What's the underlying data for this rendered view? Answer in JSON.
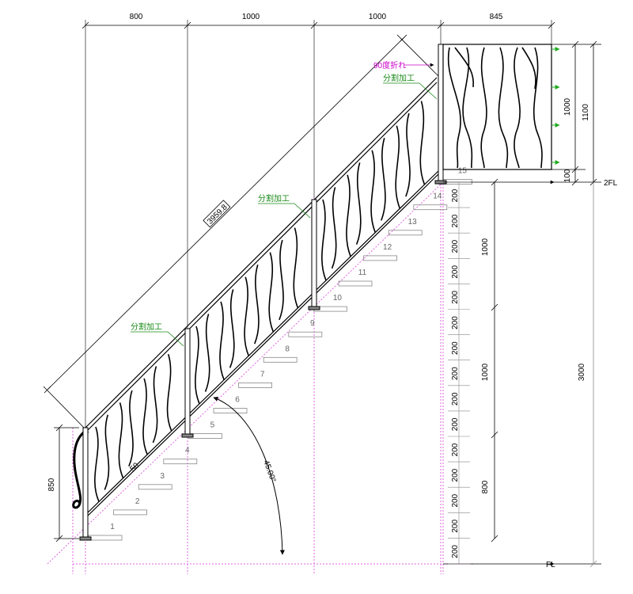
{
  "colors": {
    "line": "#000000",
    "pink_guide": "#dd66dd",
    "gray": "#888888",
    "green_note": "#1a8a1a",
    "magenta_note": "#cc00cc",
    "green_arrow": "#22aa22"
  },
  "dimensions": {
    "top_spans": [
      "800",
      "1000",
      "1000",
      "845"
    ],
    "rail_length": "3959.8",
    "left_height": "850",
    "landing_inner": "1000",
    "landing_total": "1100",
    "landing_base": "100",
    "floor_2": "2FL",
    "floor_1": "FL",
    "total_height": "3000",
    "right_groups": [
      "1000",
      "1000",
      "800"
    ],
    "riser": "200",
    "angle": "45.00°",
    "post_base": "50"
  },
  "notes": {
    "bend": "90度折れ",
    "split_1": "分割加工",
    "split_2": "分割加工",
    "split_3": "分割加工"
  },
  "steps": [
    "1",
    "2",
    "3",
    "4",
    "5",
    "6",
    "7",
    "8",
    "9",
    "10",
    "11",
    "12",
    "13",
    "14",
    "15"
  ]
}
